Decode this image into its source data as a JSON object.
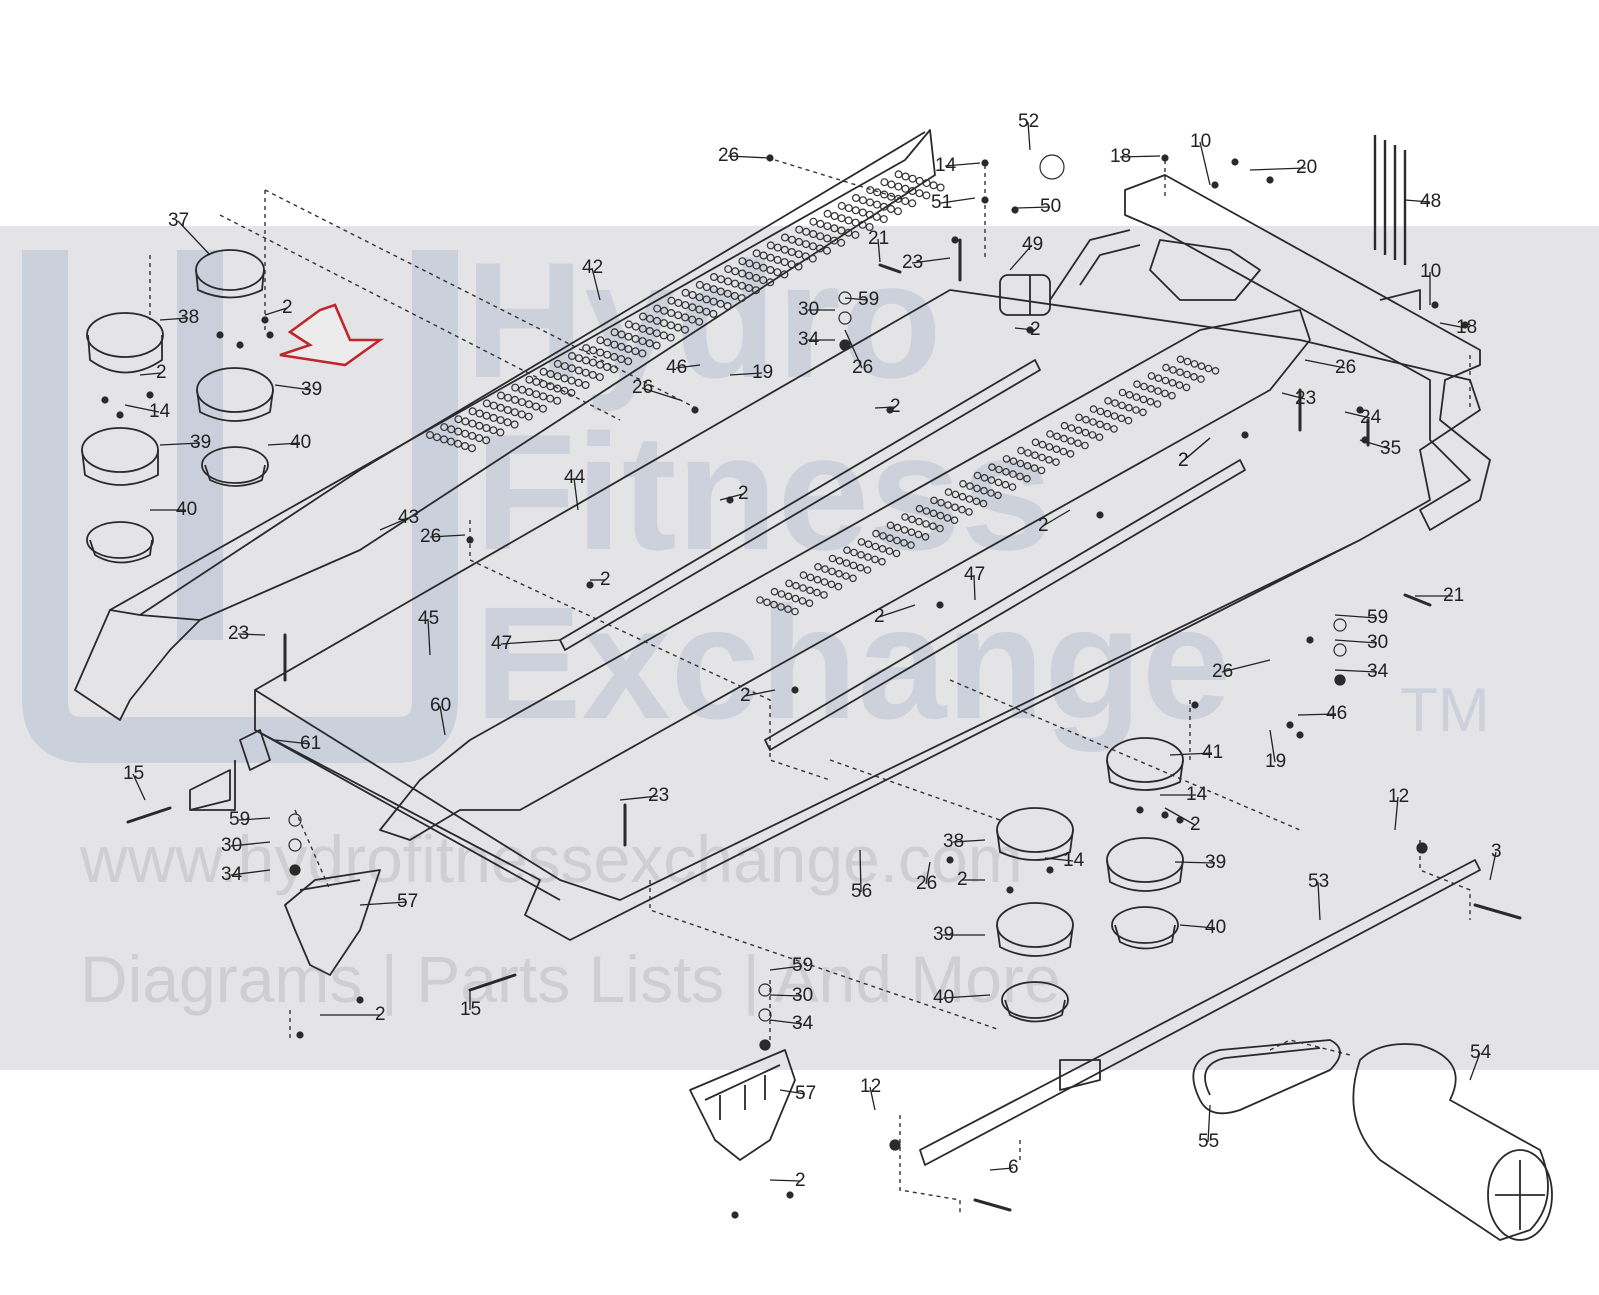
{
  "watermark": {
    "brand_line1": "Hydro",
    "brand_line2": "Fitness",
    "brand_line3": "Exchange",
    "trademark": "TM",
    "url": "www.hydrofitnessexchange.com",
    "tagline": "Diagrams | Parts Lists | And More"
  },
  "colors": {
    "band": "#e4e4e6",
    "line": "#2a2a2a",
    "arrow": "#c0272d",
    "watermark": "#b9c3d5"
  },
  "callouts": [
    "26",
    "52",
    "14",
    "18",
    "10",
    "20",
    "51",
    "50",
    "48",
    "37",
    "42",
    "21",
    "23",
    "49",
    "10",
    "18",
    "59",
    "2",
    "38",
    "30",
    "34",
    "26",
    "2",
    "46",
    "19",
    "26",
    "2",
    "39",
    "14",
    "26",
    "23",
    "39",
    "40",
    "24",
    "35",
    "2",
    "2",
    "44",
    "2",
    "40",
    "43",
    "26",
    "2",
    "2",
    "21",
    "2",
    "47",
    "59",
    "23",
    "45",
    "2",
    "30",
    "47",
    "26",
    "34",
    "46",
    "2",
    "60",
    "61",
    "41",
    "15",
    "19",
    "14",
    "59",
    "23",
    "2",
    "12",
    "38",
    "30",
    "14",
    "26",
    "2",
    "39",
    "3",
    "34",
    "57",
    "56",
    "53",
    "39",
    "40",
    "59",
    "30",
    "2",
    "15",
    "40",
    "34",
    "57",
    "12",
    "54",
    "55",
    "2",
    "6"
  ]
}
